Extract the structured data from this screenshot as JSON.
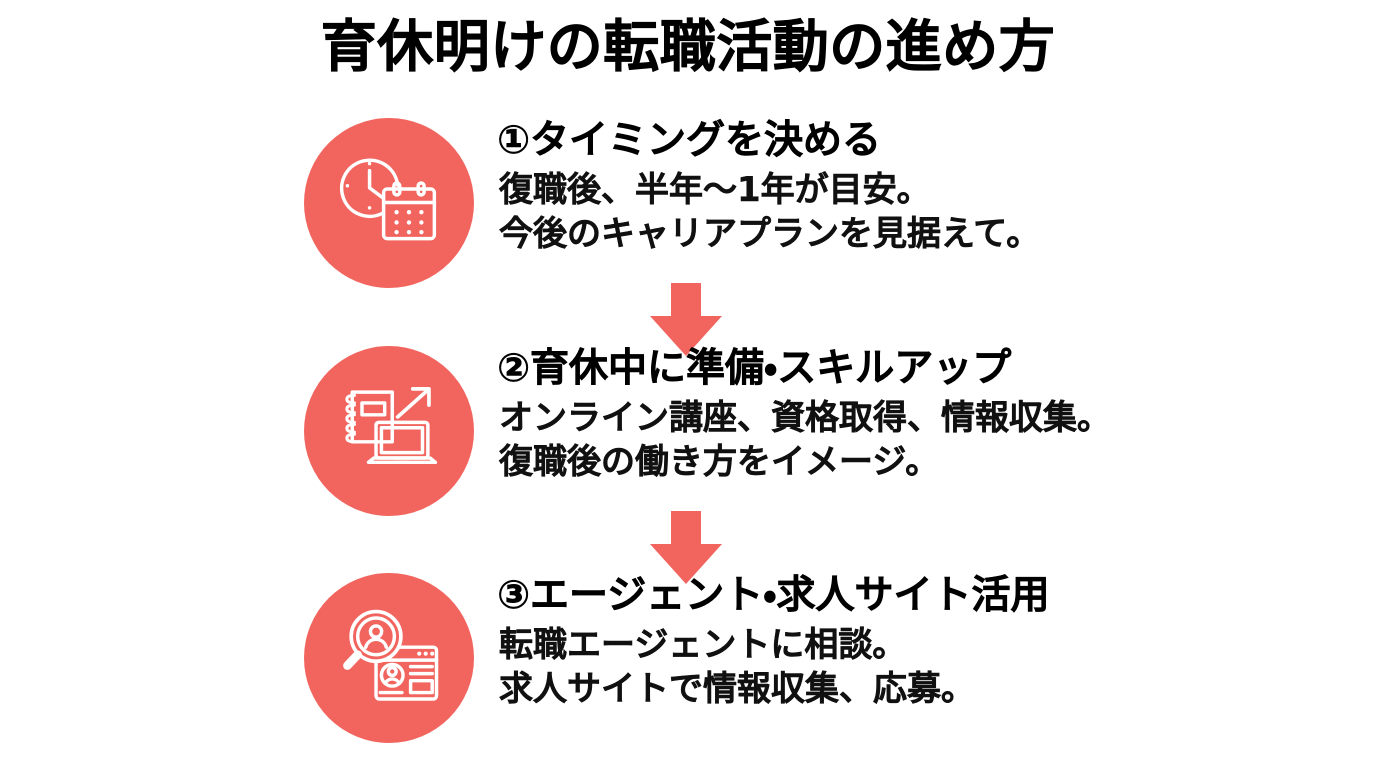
{
  "title": "育休明けの転職活動の進め方",
  "theme": {
    "accent": "#f2655f",
    "text": "#000000",
    "body_text": "#111111",
    "background": "#ffffff"
  },
  "steps": [
    {
      "number": "①",
      "heading": "①タイミングを決める",
      "icon": "clock-calendar-icon",
      "body": [
        "復職後、半年〜1年が目安。",
        "今後のキャリアプランを見据えて。"
      ]
    },
    {
      "number": "②",
      "heading": "②育休中に準備・スキルアップ",
      "icon": "notebook-laptop-growth-icon",
      "body": [
        "オンライン講座、資格取得、情報収集。",
        "復職後の働き方をイメージ。"
      ]
    },
    {
      "number": "③",
      "heading": "③エージェント・求人サイト活用",
      "icon": "magnifier-profile-browser-icon",
      "body": [
        "転職エージェントに相談。",
        "求人サイトで情報収集、応募。"
      ]
    }
  ],
  "connectors": [
    {
      "name": "down-arrow-step1-to-step2"
    },
    {
      "name": "down-arrow-step2-to-step3"
    }
  ]
}
